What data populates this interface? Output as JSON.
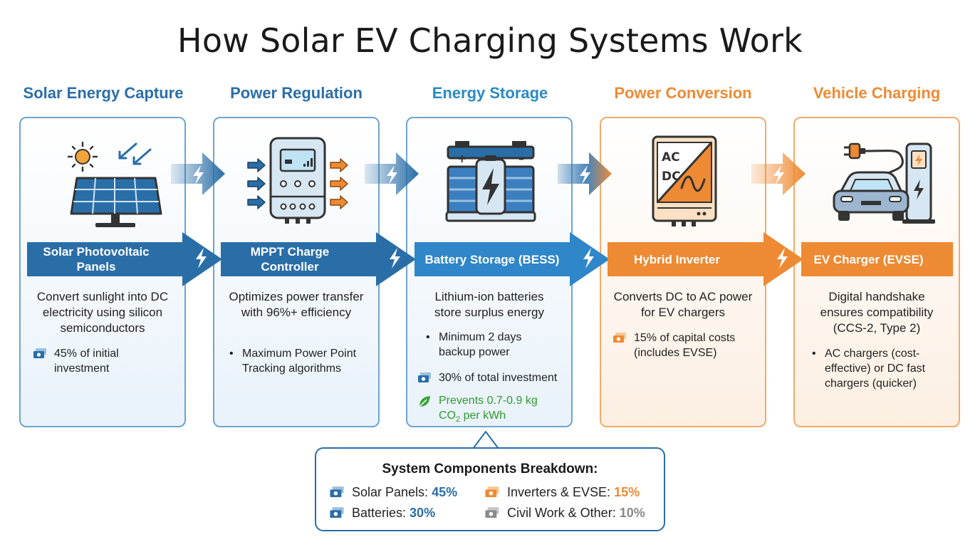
{
  "title": "How Solar EV Charging Systems Work",
  "colors": {
    "blue": "#2a6ea8",
    "orange": "#ee8a33",
    "green": "#2e9a2e",
    "gray": "#8a8a8a"
  },
  "stages": [
    {
      "title": "Solar Energy Capture",
      "icon": "solar-panel-icon",
      "banner": "Solar Photovoltaic Panels",
      "desc": "Convert sunlight into DC electricity using silicon semiconductors",
      "cost": "45% of initial investment"
    },
    {
      "title": "Power Regulation",
      "icon": "charge-controller-icon",
      "banner": "MPPT Charge Controller",
      "desc": "Optimizes power transfer with 96%+ efficiency",
      "bullet": "Maximum Power Point Tracking algorithms"
    },
    {
      "title": "Energy Storage",
      "icon": "battery-icon",
      "banner": "Battery Storage (BESS)",
      "desc": "Lithium-ion batteries store surplus energy",
      "bullet": "Minimum 2 days backup power",
      "cost": "30% of total investment",
      "eco_line1": "Prevents 0.7-0.9 kg",
      "eco_co": "CO",
      "eco_sub": "2",
      "eco_rest": " per kWh"
    },
    {
      "title": "Power Conversion",
      "icon": "inverter-icon",
      "icon_text_ac": "AC",
      "icon_text_dc": "DC",
      "banner": "Hybrid Inverter",
      "desc": "Converts DC to AC power for EV chargers",
      "cost": "15% of capital costs (includes EVSE)"
    },
    {
      "title": "Vehicle Charging",
      "icon": "ev-charger-icon",
      "banner": "EV Charger (EVSE)",
      "desc": "Digital handshake ensures compatibility (CCS-2, Type 2)",
      "bullet": "AC chargers (cost-effective) or DC fast chargers (quicker)"
    }
  ],
  "summary": {
    "title": "System Components Breakdown:",
    "items": [
      {
        "label": "Solar Panels: ",
        "value": "45%",
        "color": "#2a6ea8"
      },
      {
        "label": "Inverters & EVSE: ",
        "value": "15%",
        "color": "#ee8a33"
      },
      {
        "label": "Batteries: ",
        "value": "30%",
        "color": "#2a6ea8"
      },
      {
        "label": "Civil Work & Other: ",
        "value": "10%",
        "color": "#8a8a8a"
      }
    ]
  }
}
